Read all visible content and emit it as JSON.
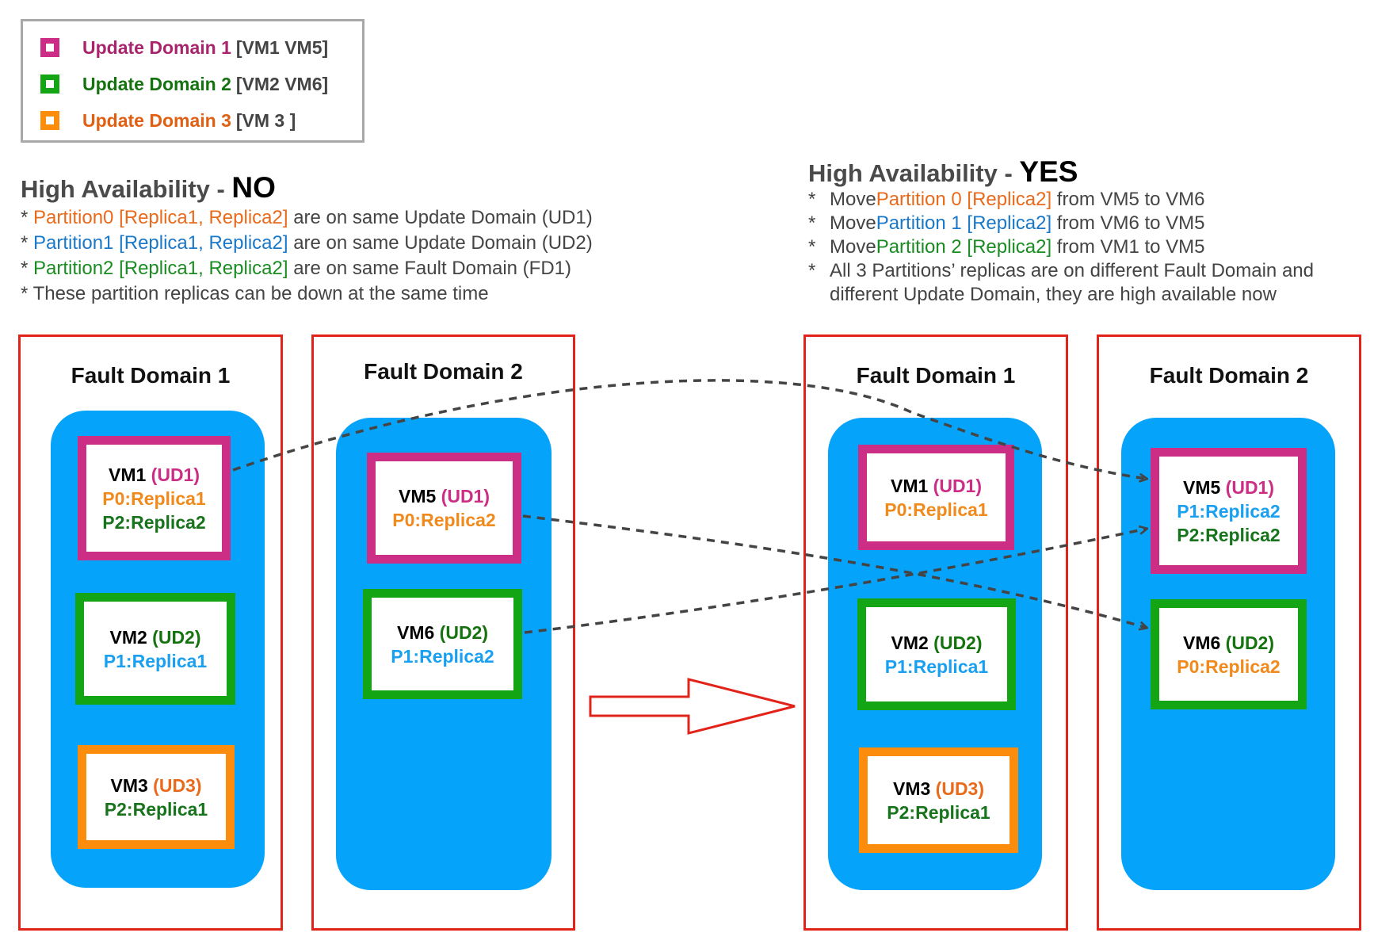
{
  "colors": {
    "ud1": "#cc2e86",
    "ud2": "#14a514",
    "ud3": "#fb8c0c",
    "p0": "#f08a1c",
    "p1": "#1aa0f0",
    "p2": "#17741c",
    "note_p0": "#e86a1a",
    "note_p1": "#1978c8",
    "note_p2": "#1a8c22",
    "legend_ud1_text": "#a8246c",
    "legend_ud2_text": "#14730f",
    "legend_ud3_text": "#e05f12",
    "fault_domain_border": "#e2231a",
    "pool": "#06a3fa"
  },
  "legend": [
    {
      "label": "Update Domain 1",
      "vms": "[VM1 VM5]"
    },
    {
      "label": "Update Domain 2",
      "vms": "[VM2 VM6]"
    },
    {
      "label": "Update Domain 3",
      "vms": "[VM 3 ]"
    }
  ],
  "left": {
    "heading": "High Availability",
    "dash": " - ",
    "verdict": "NO",
    "notes": [
      {
        "star": "* ",
        "colored": "Partition0 [Replica1, Replica2]",
        "rest": " are on same Update Domain (UD1)"
      },
      {
        "star": "* ",
        "colored": "Partition1 [Replica1, Replica2]",
        "rest": " are on same Update Domain (UD2)"
      },
      {
        "star": "* ",
        "colored": "Partition2 [Replica1, Replica2]",
        "rest": " are on same Fault Domain (FD1)"
      },
      {
        "star": "* ",
        "colored": "",
        "rest": "These partition replicas can be down at the same time"
      }
    ],
    "fault_domains": [
      {
        "title": "Fault Domain 1",
        "vms": [
          {
            "name": "VM1",
            "ud": "(UD1)",
            "lines": [
              "P0:Replica1",
              "P2:Replica2"
            ]
          },
          {
            "name": "VM2",
            "ud": "(UD2)",
            "lines": [
              "P1:Replica1"
            ]
          },
          {
            "name": "VM3",
            "ud": "(UD3)",
            "lines": [
              "P2:Replica1"
            ]
          }
        ]
      },
      {
        "title": "Fault Domain 2",
        "vms": [
          {
            "name": "VM5",
            "ud": "(UD1)",
            "lines": [
              "P0:Replica2"
            ]
          },
          {
            "name": "VM6",
            "ud": "(UD2)",
            "lines": [
              "P1:Replica2"
            ]
          }
        ]
      }
    ]
  },
  "right": {
    "heading": "High Availability",
    "dash": " - ",
    "verdict": "YES",
    "notes": [
      {
        "star": "*",
        "pre": "Move ",
        "colored": "Partition 0 [Replica2]",
        "rest": " from VM5 to VM6"
      },
      {
        "star": "*",
        "pre": "Move ",
        "colored": "Partition 1 [Replica2]",
        "rest": " from VM6 to VM5"
      },
      {
        "star": "*",
        "pre": "Move ",
        "colored": "Partition 2 [Replica2]",
        "rest": " from VM1 to VM5"
      },
      {
        "star": "*",
        "pre": "All 3 Partitions’ replicas are on different Fault Domain and",
        "colored": "",
        "rest": ""
      },
      {
        "star": "",
        "pre": "different Update Domain, they are high available now",
        "colored": "",
        "rest": ""
      }
    ],
    "fault_domains": [
      {
        "title": "Fault Domain 1",
        "vms": [
          {
            "name": "VM1",
            "ud": "(UD1)",
            "lines": [
              "P0:Replica1"
            ]
          },
          {
            "name": "VM2",
            "ud": "(UD2)",
            "lines": [
              "P1:Replica1"
            ]
          },
          {
            "name": "VM3",
            "ud": "(UD3)",
            "lines": [
              "P2:Replica1"
            ]
          }
        ]
      },
      {
        "title": "Fault Domain 2",
        "vms": [
          {
            "name": "VM5",
            "ud": "(UD1)",
            "lines": [
              "P1:Replica2",
              "P2:Replica2"
            ]
          },
          {
            "name": "VM6",
            "ud": "(UD2)",
            "lines": [
              "P0:Replica2"
            ]
          }
        ]
      }
    ]
  }
}
